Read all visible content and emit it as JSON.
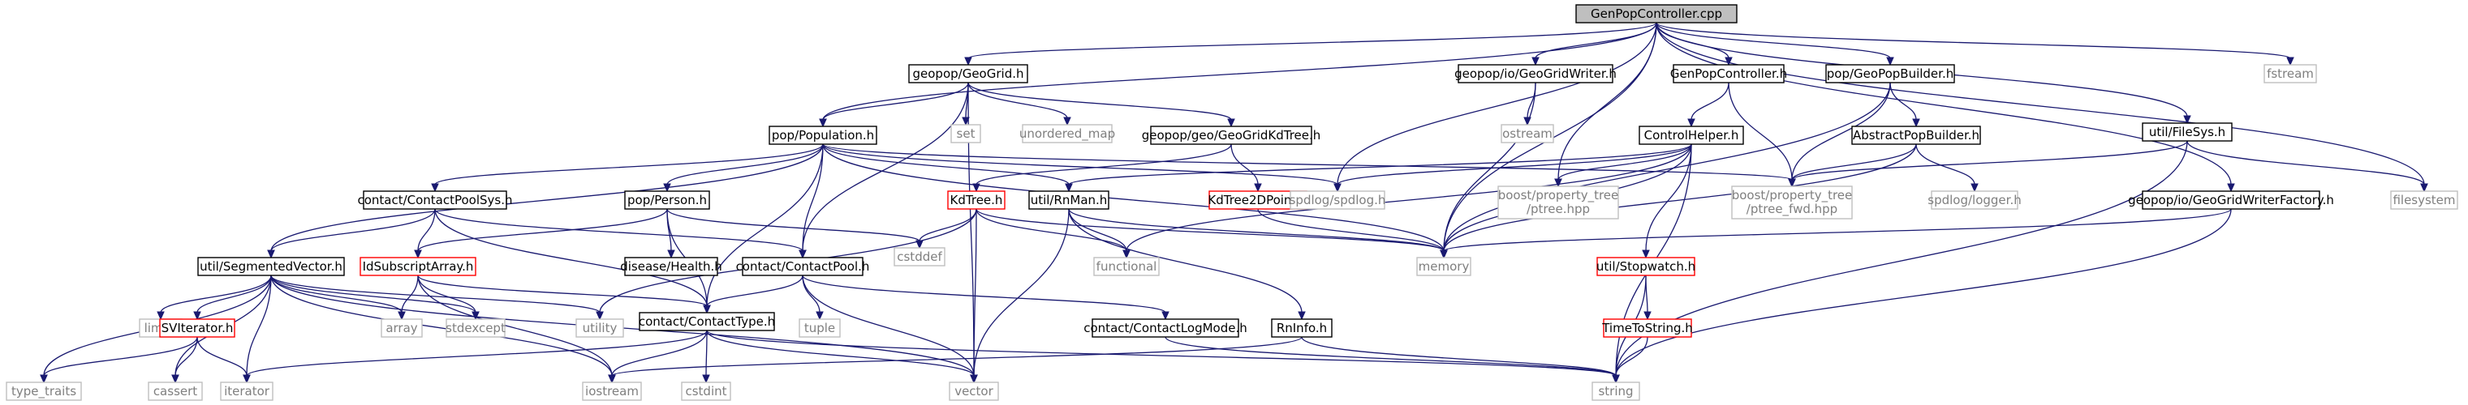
{
  "diagram": {
    "title": "GenPopController.cpp",
    "colors": {
      "edge": "#191970",
      "root_fill": "#bfbfbf",
      "root_border": "#000000",
      "documented_border": "#000000",
      "external_border": "#bfbfbf",
      "external_text": "#7f7f7f",
      "incomplete_border": "#ff0000",
      "text": "#000000"
    },
    "nodes": [
      {
        "id": "root",
        "label": "GenPopController.cpp",
        "kind": "root"
      },
      {
        "id": "geogrid",
        "label": "geopop/GeoGrid.h",
        "kind": "doc"
      },
      {
        "id": "gridwriter",
        "label": "geopop/io/GeoGridWriter.h",
        "kind": "doc"
      },
      {
        "id": "genpopctrl",
        "label": "GenPopController.h",
        "kind": "doc"
      },
      {
        "id": "geopopbuilder",
        "label": "pop/GeoPopBuilder.h",
        "kind": "doc"
      },
      {
        "id": "filesys",
        "label": "util/FileSys.h",
        "kind": "doc"
      },
      {
        "id": "fstream",
        "label": "fstream",
        "kind": "ext"
      },
      {
        "id": "population",
        "label": "pop/Population.h",
        "kind": "doc"
      },
      {
        "id": "set",
        "label": "set",
        "kind": "ext"
      },
      {
        "id": "unordered_map",
        "label": "unordered_map",
        "kind": "ext"
      },
      {
        "id": "kdtreeh",
        "label": "geopop/geo/GeoGridKdTree.h",
        "kind": "doc"
      },
      {
        "id": "ostream",
        "label": "ostream",
        "kind": "ext"
      },
      {
        "id": "controlhelper",
        "label": "ControlHelper.h",
        "kind": "doc"
      },
      {
        "id": "abstractpop",
        "label": "AbstractPopBuilder.h",
        "kind": "doc"
      },
      {
        "id": "contactpoolsys",
        "label": "contact/ContactPoolSys.h",
        "kind": "doc"
      },
      {
        "id": "person",
        "label": "pop/Person.h",
        "kind": "doc"
      },
      {
        "id": "kdtree",
        "label": "KdTree.h",
        "kind": "inc"
      },
      {
        "id": "rnman",
        "label": "util/RnMan.h",
        "kind": "doc"
      },
      {
        "id": "kdtree2d",
        "label": "KdTree2DPoint.h",
        "kind": "inc"
      },
      {
        "id": "spdlog",
        "label": "spdlog/spdlog.h",
        "kind": "ext"
      },
      {
        "id": "ptree",
        "label": [
          "boost/property_tree",
          "/ptree.hpp"
        ],
        "kind": "ext"
      },
      {
        "id": "ptree_fwd",
        "label": [
          "boost/property_tree",
          "/ptree_fwd.hpp"
        ],
        "kind": "ext"
      },
      {
        "id": "logger",
        "label": "spdlog/logger.h",
        "kind": "ext"
      },
      {
        "id": "writerfactory",
        "label": "geopop/io/GeoGridWriterFactory.h",
        "kind": "doc"
      },
      {
        "id": "filesystem",
        "label": "filesystem",
        "kind": "ext"
      },
      {
        "id": "segvec",
        "label": "util/SegmentedVector.h",
        "kind": "doc"
      },
      {
        "id": "idsub",
        "label": "IdSubscriptArray.h",
        "kind": "inc"
      },
      {
        "id": "disease",
        "label": "disease/Health.h",
        "kind": "doc"
      },
      {
        "id": "contactpool",
        "label": "contact/ContactPool.h",
        "kind": "doc"
      },
      {
        "id": "cstddef",
        "label": "cstddef",
        "kind": "ext"
      },
      {
        "id": "functional",
        "label": "functional",
        "kind": "ext"
      },
      {
        "id": "memory",
        "label": "memory",
        "kind": "ext"
      },
      {
        "id": "stopwatch",
        "label": "util/Stopwatch.h",
        "kind": "inc"
      },
      {
        "id": "limits",
        "label": "limits",
        "kind": "ext"
      },
      {
        "id": "sviter",
        "label": "SVIterator.h",
        "kind": "inc"
      },
      {
        "id": "array",
        "label": "array",
        "kind": "ext"
      },
      {
        "id": "stdexcept",
        "label": "stdexcept",
        "kind": "ext"
      },
      {
        "id": "utility",
        "label": "utility",
        "kind": "ext"
      },
      {
        "id": "contacttype",
        "label": "contact/ContactType.h",
        "kind": "doc"
      },
      {
        "id": "tuple",
        "label": "tuple",
        "kind": "ext"
      },
      {
        "id": "logmode",
        "label": "contact/ContactLogMode.h",
        "kind": "doc"
      },
      {
        "id": "rninfo",
        "label": "RnInfo.h",
        "kind": "doc"
      },
      {
        "id": "timetostr",
        "label": "TimeToString.h",
        "kind": "inc"
      },
      {
        "id": "type_traits",
        "label": "type_traits",
        "kind": "ext"
      },
      {
        "id": "cassert",
        "label": "cassert",
        "kind": "ext"
      },
      {
        "id": "iterator",
        "label": "iterator",
        "kind": "ext"
      },
      {
        "id": "iostream",
        "label": "iostream",
        "kind": "ext"
      },
      {
        "id": "cstdint",
        "label": "cstdint",
        "kind": "ext"
      },
      {
        "id": "vector",
        "label": "vector",
        "kind": "ext"
      },
      {
        "id": "string",
        "label": "string",
        "kind": "ext"
      }
    ],
    "edges": [
      [
        "root",
        "geogrid"
      ],
      [
        "root",
        "gridwriter"
      ],
      [
        "root",
        "genpopctrl"
      ],
      [
        "root",
        "geopopbuilder"
      ],
      [
        "root",
        "filesys"
      ],
      [
        "root",
        "fstream"
      ],
      [
        "root",
        "population"
      ],
      [
        "root",
        "spdlog"
      ],
      [
        "root",
        "memory"
      ],
      [
        "root",
        "ptree"
      ],
      [
        "root",
        "writerfactory"
      ],
      [
        "root",
        "filesystem"
      ],
      [
        "geogrid",
        "population"
      ],
      [
        "geogrid",
        "set"
      ],
      [
        "geogrid",
        "unordered_map"
      ],
      [
        "geogrid",
        "kdtreeh"
      ],
      [
        "geogrid",
        "contactpool"
      ],
      [
        "geogrid",
        "vector"
      ],
      [
        "gridwriter",
        "ostream"
      ],
      [
        "gridwriter",
        "memory"
      ],
      [
        "genpopctrl",
        "controlhelper"
      ],
      [
        "genpopctrl",
        "ptree_fwd"
      ],
      [
        "geopopbuilder",
        "abstractpop"
      ],
      [
        "geopopbuilder",
        "ptree_fwd"
      ],
      [
        "geopopbuilder",
        "memory"
      ],
      [
        "filesys",
        "ptree_fwd"
      ],
      [
        "filesys",
        "filesystem"
      ],
      [
        "filesys",
        "string"
      ],
      [
        "population",
        "contactpoolsys"
      ],
      [
        "population",
        "person"
      ],
      [
        "population",
        "rnman"
      ],
      [
        "population",
        "spdlog"
      ],
      [
        "population",
        "ptree_fwd"
      ],
      [
        "population",
        "memory"
      ],
      [
        "population",
        "segvec"
      ],
      [
        "population",
        "contactpool"
      ],
      [
        "population",
        "contacttype"
      ],
      [
        "kdtreeh",
        "kdtree"
      ],
      [
        "kdtreeh",
        "kdtree2d"
      ],
      [
        "controlhelper",
        "rnman"
      ],
      [
        "controlhelper",
        "spdlog"
      ],
      [
        "controlhelper",
        "ptree"
      ],
      [
        "controlhelper",
        "functional"
      ],
      [
        "controlhelper",
        "memory"
      ],
      [
        "controlhelper",
        "stopwatch"
      ],
      [
        "controlhelper",
        "string"
      ],
      [
        "abstractpop",
        "ptree_fwd"
      ],
      [
        "abstractpop",
        "logger"
      ],
      [
        "abstractpop",
        "memory"
      ],
      [
        "writerfactory",
        "memory"
      ],
      [
        "writerfactory",
        "string"
      ],
      [
        "contactpoolsys",
        "segvec"
      ],
      [
        "contactpoolsys",
        "idsub"
      ],
      [
        "contactpoolsys",
        "contactpool"
      ],
      [
        "contactpoolsys",
        "contacttype"
      ],
      [
        "person",
        "idsub"
      ],
      [
        "person",
        "disease"
      ],
      [
        "person",
        "contacttype"
      ],
      [
        "person",
        "cstddef"
      ],
      [
        "kdtree",
        "cstddef"
      ],
      [
        "kdtree",
        "functional"
      ],
      [
        "kdtree",
        "memory"
      ],
      [
        "kdtree",
        "utility"
      ],
      [
        "kdtree",
        "vector"
      ],
      [
        "rnman",
        "functional"
      ],
      [
        "rnman",
        "memory"
      ],
      [
        "rnman",
        "rninfo"
      ],
      [
        "rnman",
        "vector"
      ],
      [
        "kdtree2d",
        "memory"
      ],
      [
        "segvec",
        "limits"
      ],
      [
        "segvec",
        "sviter"
      ],
      [
        "segvec",
        "array"
      ],
      [
        "segvec",
        "stdexcept"
      ],
      [
        "segvec",
        "utility"
      ],
      [
        "segvec",
        "type_traits"
      ],
      [
        "segvec",
        "cassert"
      ],
      [
        "segvec",
        "iterator"
      ],
      [
        "segvec",
        "iostream"
      ],
      [
        "segvec",
        "vector"
      ],
      [
        "idsub",
        "array"
      ],
      [
        "idsub",
        "stdexcept"
      ],
      [
        "idsub",
        "contacttype"
      ],
      [
        "idsub",
        "iostream"
      ],
      [
        "contactpool",
        "contacttype"
      ],
      [
        "contactpool",
        "tuple"
      ],
      [
        "contactpool",
        "logmode"
      ],
      [
        "contactpool",
        "vector"
      ],
      [
        "stopwatch",
        "timetostr"
      ],
      [
        "stopwatch",
        "string"
      ],
      [
        "sviter",
        "type_traits"
      ],
      [
        "sviter",
        "cassert"
      ],
      [
        "sviter",
        "iterator"
      ],
      [
        "contacttype",
        "iterator"
      ],
      [
        "contacttype",
        "iostream"
      ],
      [
        "contacttype",
        "cstdint"
      ],
      [
        "contacttype",
        "vector"
      ],
      [
        "contacttype",
        "string"
      ],
      [
        "logmode",
        "string"
      ],
      [
        "rninfo",
        "iostream"
      ],
      [
        "rninfo",
        "string"
      ],
      [
        "timetostr",
        "string"
      ]
    ]
  }
}
